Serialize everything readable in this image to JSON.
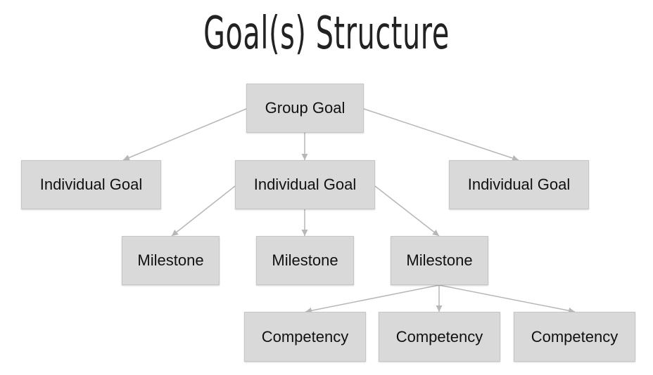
{
  "title": "Goal(s) Structure",
  "colors": {
    "node_fill": "#d9d9d9",
    "node_border": "#c6c6c6",
    "connector": "#b7b7b7",
    "text": "#111111"
  },
  "nodes": {
    "group_goal": "Group Goal",
    "individual_goal_1": "Individual Goal",
    "individual_goal_2": "Individual Goal",
    "individual_goal_3": "Individual Goal",
    "milestone_1": "Milestone",
    "milestone_2": "Milestone",
    "milestone_3": "Milestone",
    "competency_1": "Competency",
    "competency_2": "Competency",
    "competency_3": "Competency"
  },
  "edges": [
    [
      "group_goal",
      "individual_goal_1"
    ],
    [
      "group_goal",
      "individual_goal_2"
    ],
    [
      "group_goal",
      "individual_goal_3"
    ],
    [
      "individual_goal_2",
      "milestone_1"
    ],
    [
      "individual_goal_2",
      "milestone_2"
    ],
    [
      "individual_goal_2",
      "milestone_3"
    ],
    [
      "milestone_3",
      "competency_1"
    ],
    [
      "milestone_3",
      "competency_2"
    ],
    [
      "milestone_3",
      "competency_3"
    ]
  ]
}
